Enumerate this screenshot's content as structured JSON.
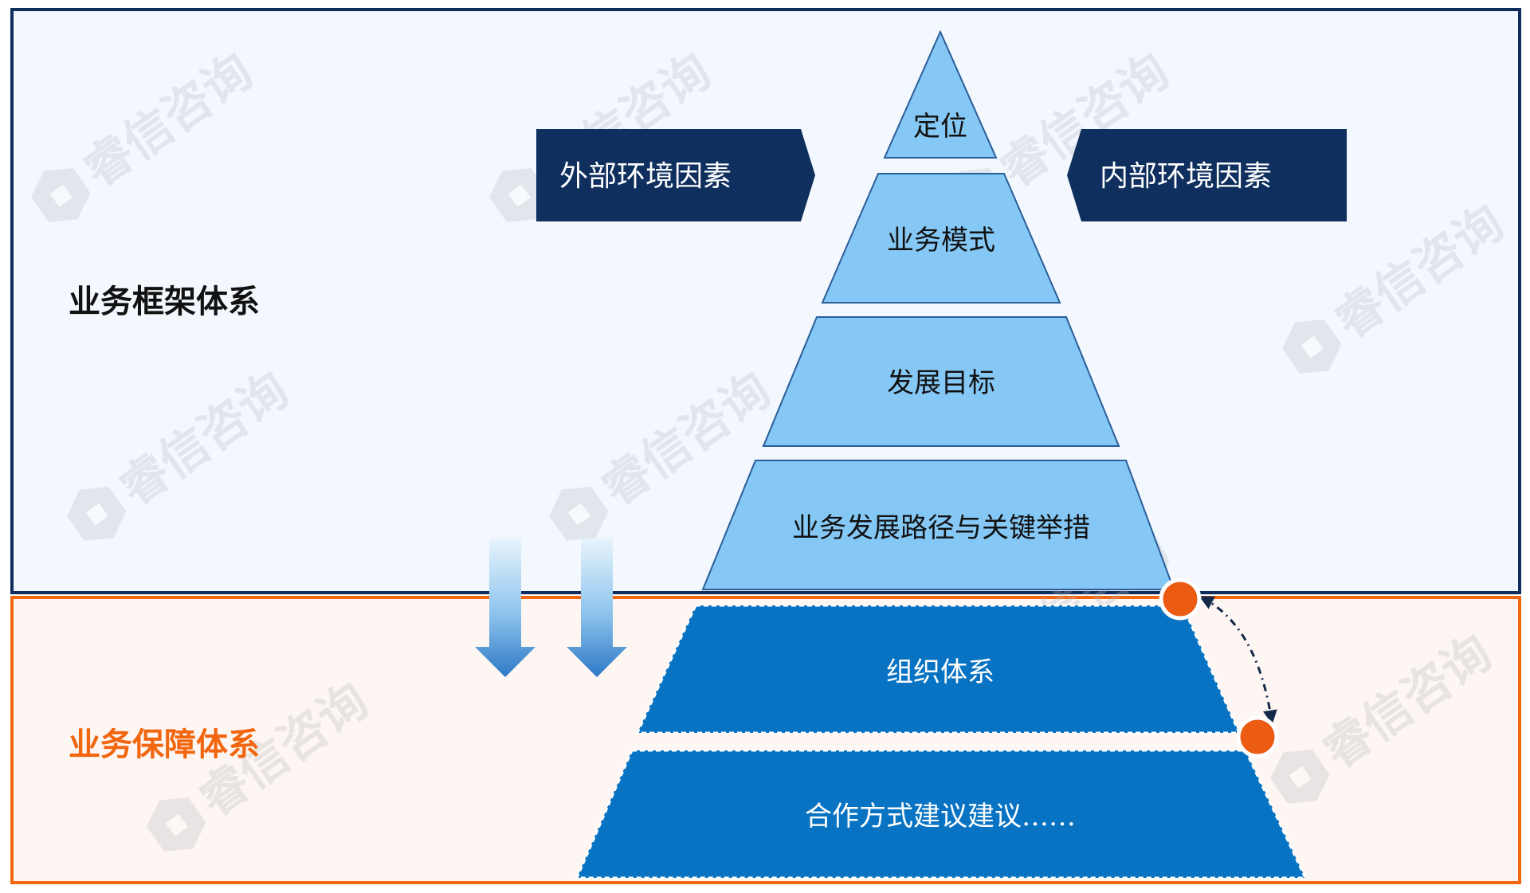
{
  "sections": {
    "framework": {
      "label": "业务框架体系",
      "label_color": "#111111",
      "border_color": "#0f2d5c",
      "fill": "#f2f8fd"
    },
    "support": {
      "label": "业务保障体系",
      "label_color": "#f2660f",
      "border_color": "#f2660f",
      "fill": "#fdf6f3"
    }
  },
  "side_boxes": {
    "external": "外部环境因素",
    "internal": "内部环境因素",
    "fill": "#0f2f5e"
  },
  "pyramid": {
    "upper_tiers": [
      "定位",
      "业务模式",
      "发展目标",
      "业务发展路径与关键举措"
    ],
    "lower_tiers": [
      "组织体系",
      "合作方式建议建议……"
    ],
    "upper_fill": "#85c8f5",
    "lower_fill": "#0873c2"
  },
  "watermark": "睿信咨询",
  "accent": "#ec5b12"
}
